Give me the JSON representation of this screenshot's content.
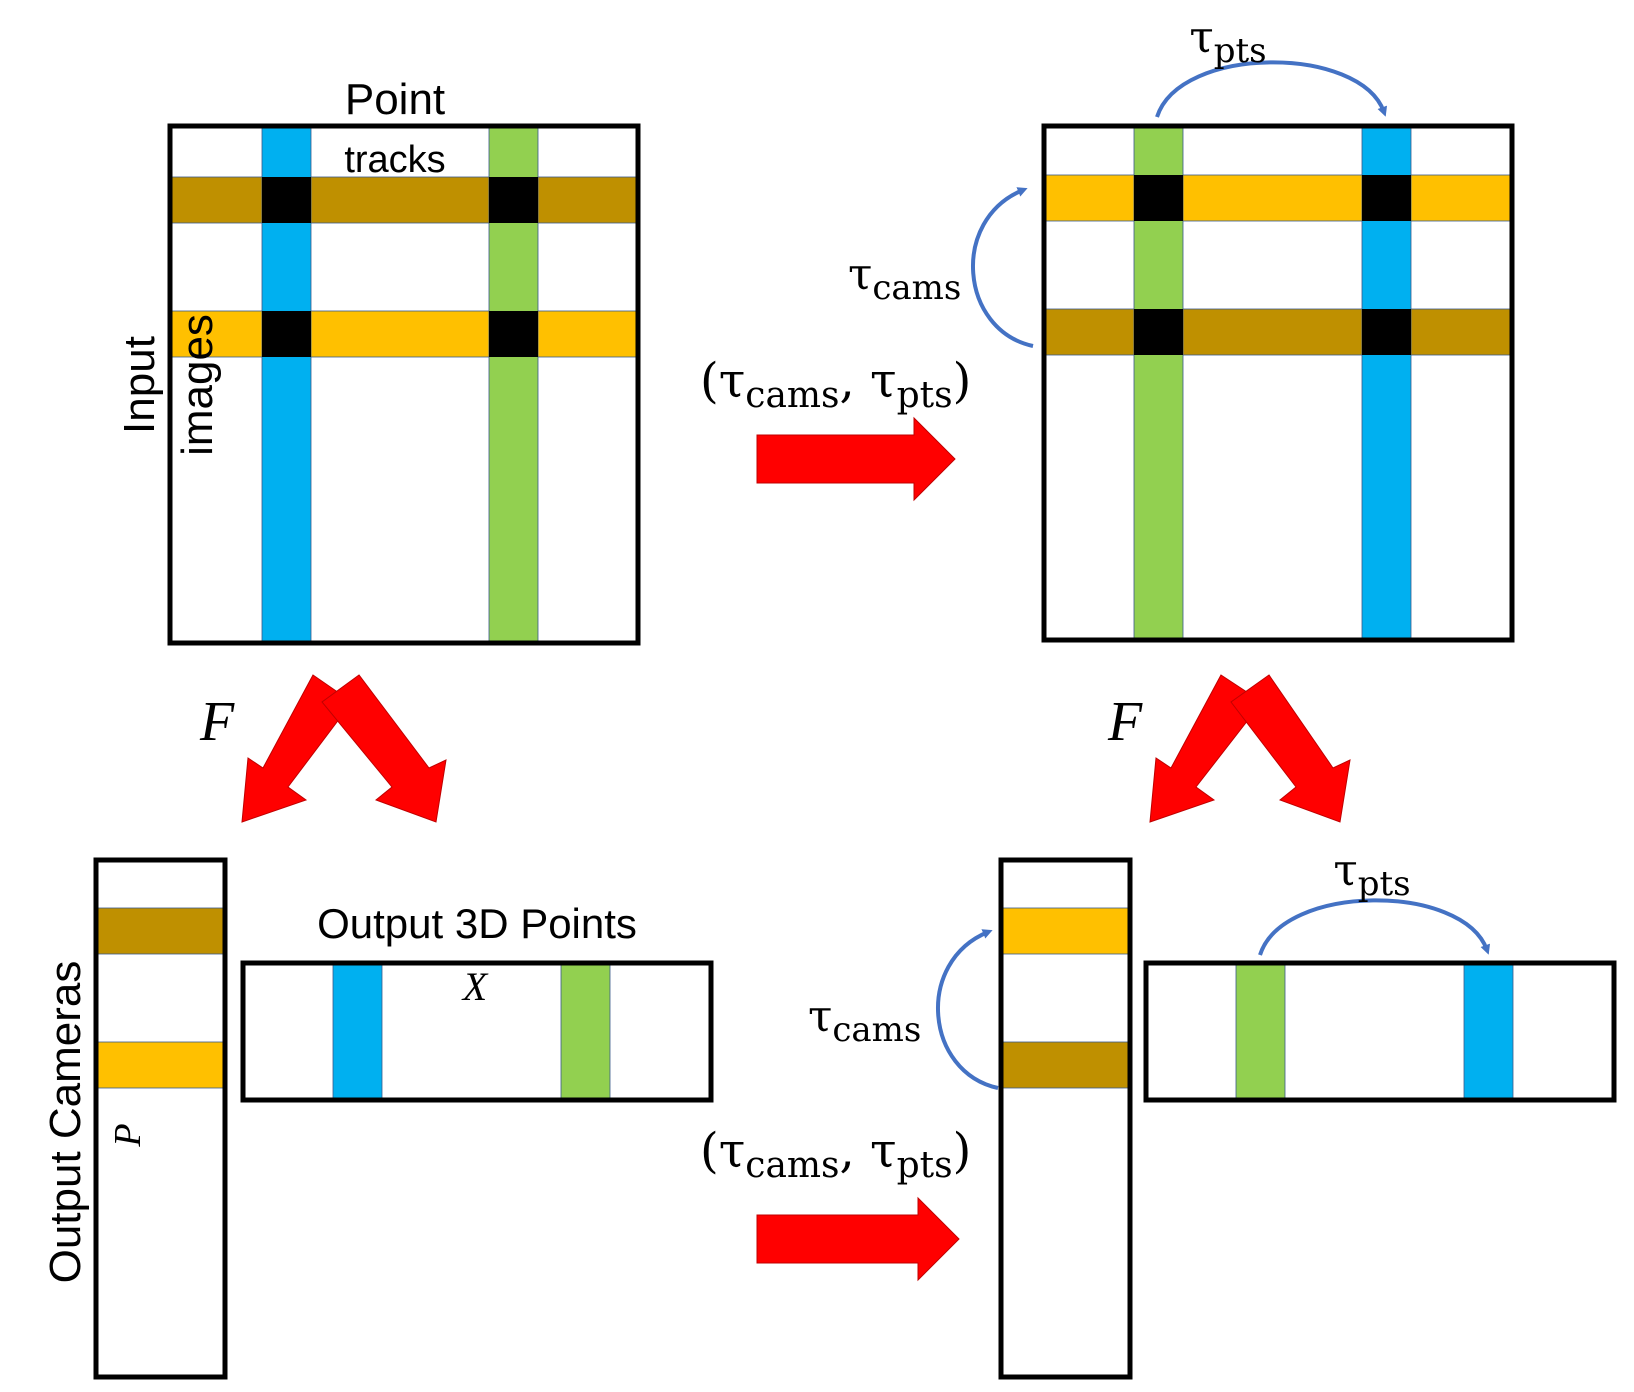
{
  "colors": {
    "blue": "#00b0f0",
    "green": "#92d050",
    "brown": "#bf9000",
    "yellow": "#ffc000",
    "intersection": "#000000",
    "permutation_arc": "#4472c4",
    "arrow": "#ff0000"
  },
  "top_left": {
    "title": "Point",
    "subtitle": "tracks",
    "row_label_1": "Input",
    "row_label_2": "images"
  },
  "top_right": {
    "tau_pts": "τ",
    "tau_pts_sub": "pts",
    "tau_cams": "τ",
    "tau_cams_sub": "cams"
  },
  "transform_top": {
    "open": "(τ",
    "sub1": "cams",
    "mid": ", τ",
    "sub2": "pts",
    "close": ")"
  },
  "map_label_left": "F",
  "map_label_right": "F",
  "bottom_left": {
    "cameras_label": "Output Cameras",
    "cameras_symbol": "P",
    "points_label": "Output 3D Points",
    "points_symbol": "X"
  },
  "bottom_right": {
    "tau_pts": "τ",
    "tau_pts_sub": "pts",
    "tau_cams": "τ",
    "tau_cams_sub": "cams"
  },
  "transform_bottom": {
    "open": "(τ",
    "sub1": "cams",
    "mid": ", τ",
    "sub2": "pts",
    "close": ")"
  }
}
